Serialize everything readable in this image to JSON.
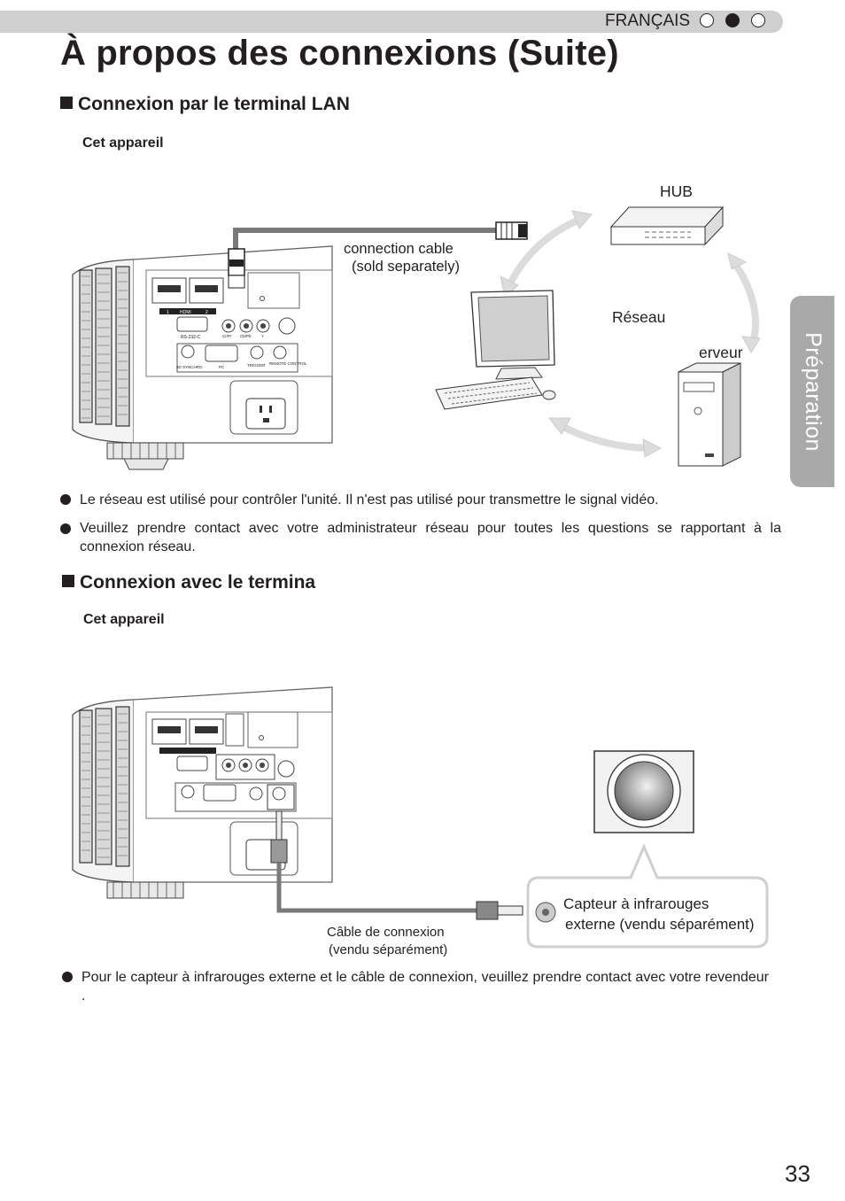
{
  "header": {
    "language": "FRANÇAIS"
  },
  "title": "À propos des connexions (Suite)",
  "side_tab": "Préparation",
  "section_lan": {
    "heading": "Connexion par le terminal LAN",
    "device_label": "Cet appareil",
    "cable_label_1": "connection cable",
    "cable_label_2": "(sold separately)",
    "hub_label": "HUB",
    "network_label": "Réseau",
    "server_label": "erveur",
    "panel": {
      "hdmi": "HDMI",
      "hdmi1": "1",
      "hdmi2": "2",
      "rs232": "RS-232-C",
      "cr": "Cr/Pr",
      "cb": "Cb/Pb",
      "y": "Y",
      "synchro": "3D SYNCHRO",
      "pc": "PC",
      "trigger": "TRIGGER",
      "remote": "REMOTE CONTROL"
    },
    "bullets": [
      "Le réseau est utilisé pour contrôler l'unité. Il n'est pas utilisé pour transmettre le signal vidéo.",
      "Veuillez prendre contact avec votre administrateur réseau pour toutes les questions se rapportant à la connexion réseau."
    ]
  },
  "section_ir": {
    "heading": "Connexion avec le termina",
    "device_label": "Cet appareil",
    "cable_label_1": "Câble de connexion",
    "cable_label_2": "(vendu séparément)",
    "sensor_label_1": "Capteur à infrarouges",
    "sensor_label_2": "externe (vendu séparément)",
    "bullets": [
      "Pour le capteur à infrarouges externe et le câble de connexion, veuillez prendre contact avec votre revendeur ."
    ]
  },
  "page_number": "33",
  "colors": {
    "header_bar": "#cfcfcf",
    "side_tab": "#a9a9a9",
    "text": "#231f20",
    "arrow": "#dcdcdc"
  }
}
